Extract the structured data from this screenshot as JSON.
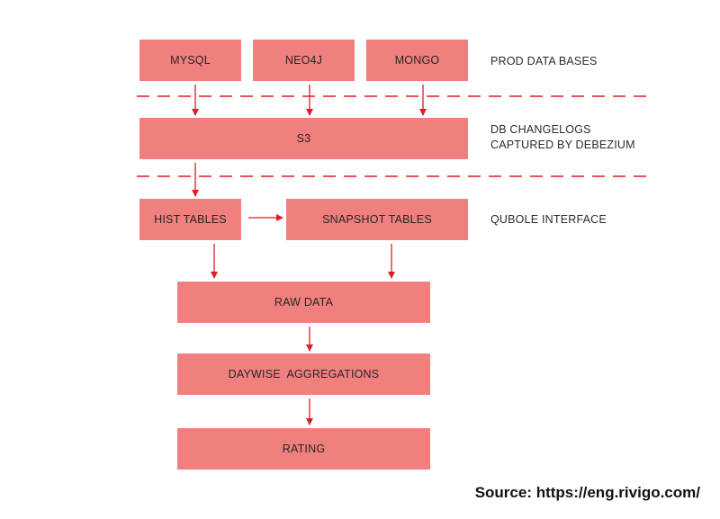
{
  "nodes": {
    "mysql": "MYSQL",
    "neo4j": "NEO4J",
    "mongo": "MONGO",
    "s3": "S3",
    "hist_tables": "HIST TABLES",
    "snapshot_tables": "SNAPSHOT TABLES",
    "raw_data": "RAW DATA",
    "daywise_aggregations": "DAYWISE  AGGREGATIONS",
    "rating": "RATING"
  },
  "labels": {
    "prod_data_bases": "PROD DATA BASES",
    "db_changelogs_line1": "DB CHANGELOGS",
    "db_changelogs_line2": "CAPTURED BY DEBEZIUM",
    "qubole_interface": "QUBOLE INTERFACE"
  },
  "source": "Source: https://eng.rivigo.com/",
  "colors": {
    "box_fill": "#f17f7e",
    "arrow": "#d91f26",
    "divider": "#d91f26"
  }
}
